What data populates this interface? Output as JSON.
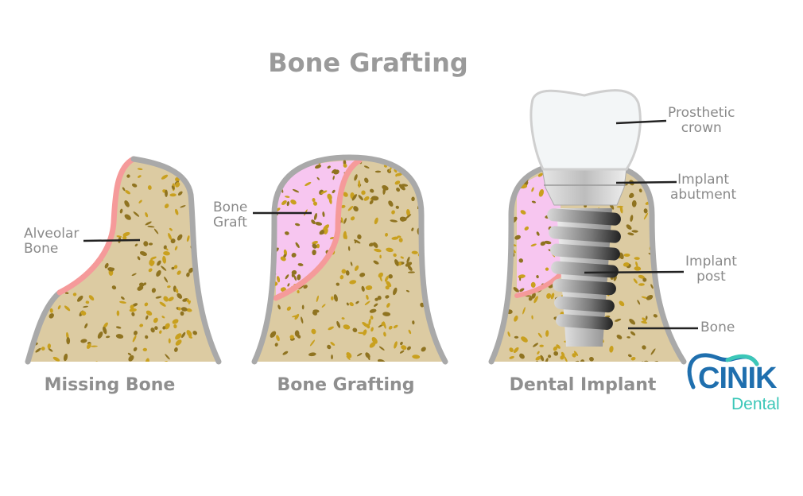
{
  "title": "Bone Grafting",
  "panels": [
    {
      "caption": "Missing Bone",
      "labels": [
        "Alveolar\nBone"
      ]
    },
    {
      "caption": "Bone Grafting",
      "labels": [
        "Bone\nGraft"
      ]
    },
    {
      "caption": "Dental Implant",
      "labels": [
        "Prosthetic\ncrown",
        "Implant\nabutment",
        "Implant\npost",
        "Bone"
      ]
    }
  ],
  "logo": {
    "name": "CINIK",
    "sub": "Dental"
  },
  "colors": {
    "bone": "#dccba2",
    "outline": "#a9a9a9",
    "graft": "#f7c6f0",
    "gum_line": "#f59a9a",
    "speck": "#c9a01e",
    "logo_blue": "#1f6fae",
    "logo_teal": "#3cc7b8"
  }
}
